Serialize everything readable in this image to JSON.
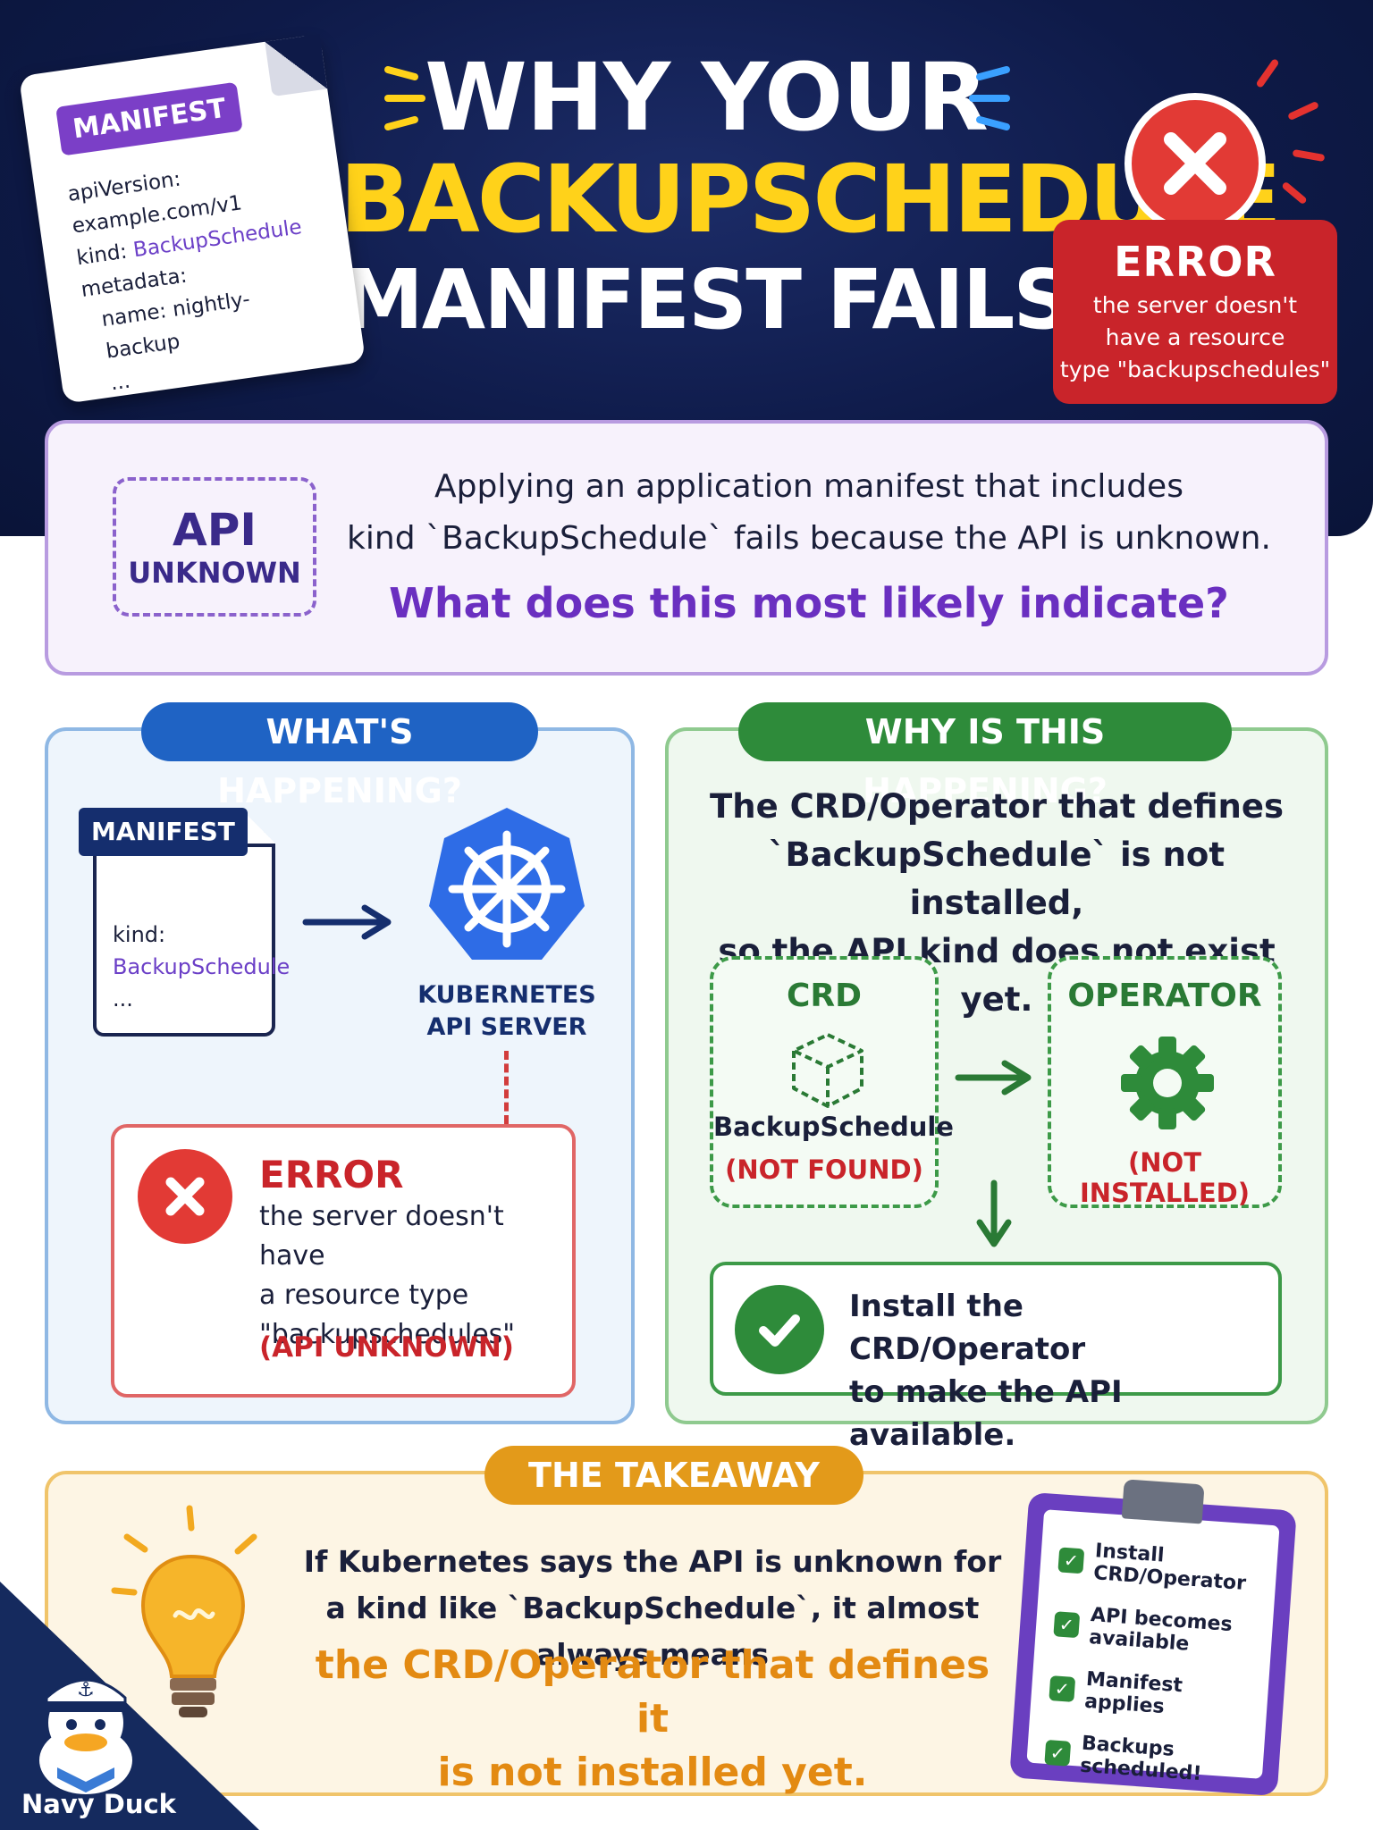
{
  "header": {
    "title_line1": "WHY YOUR",
    "title_line2": "BACKUPSCHEDULE",
    "title_line3": "MANIFEST FAILS",
    "manifest_card": {
      "tag": "MANIFEST",
      "lines": [
        "apiVersion:",
        "example.com/v1"
      ],
      "kind_label": "kind: ",
      "kind_value": "BackupSchedule",
      "metadata": "metadata:",
      "name": "name: nightly-backup",
      "ellipsis": "..."
    },
    "error_badge": {
      "title": "ERROR",
      "message_line1": "the server doesn't",
      "message_line2": "have a resource",
      "message_line3": "type \"backupschedules\""
    }
  },
  "question": {
    "badge_top": "API",
    "badge_bottom": "UNKNOWN",
    "text_line1": "Applying an application manifest that includes",
    "text_line2": "kind `BackupSchedule` fails because the API is unknown.",
    "ask": "What does this most likely indicate?"
  },
  "whats_happening": {
    "pill": "WHAT'S HAPPENING?",
    "doc_tag": "MANIFEST",
    "doc_kind_label": "kind:",
    "doc_kind_value": "BackupSchedule",
    "doc_ellipsis": "...",
    "k8s_label_line1": "KUBERNETES",
    "k8s_label_line2": "API SERVER",
    "error_title": "ERROR",
    "error_msg_line1": "the server doesn't have",
    "error_msg_line2": "a resource type",
    "error_msg_line3": "\"backupschedules\"",
    "error_tag": "(API UNKNOWN)"
  },
  "why_happening": {
    "pill": "WHY IS THIS HAPPENING?",
    "text_line1": "The CRD/Operator that defines",
    "text_line2": "`BackupSchedule` is not installed,",
    "text_line3": "so the API kind does not exist yet.",
    "crd_title": "CRD",
    "crd_name": "BackupSchedule",
    "crd_status": "(NOT FOUND)",
    "operator_title": "OPERATOR",
    "operator_status": "(NOT INSTALLED)",
    "install_line1": "Install the CRD/Operator",
    "install_line2": "to make the API available."
  },
  "takeaway": {
    "pill": "THE TAKEAWAY",
    "line1": "If Kubernetes says the API is unknown for",
    "line2": "a kind like `BackupSchedule`, it almost always means",
    "highlight_line1": "the CRD/Operator that defines it",
    "highlight_line2": "is not installed yet.",
    "checklist": [
      "Install CRD/Operator",
      "API becomes available",
      "Manifest applies",
      "Backups scheduled!"
    ]
  },
  "brand": {
    "name": "Navy Duck"
  },
  "colors": {
    "navy": "#0e1a48",
    "yellow": "#ffd21a",
    "red": "#c9242a",
    "purple": "#6a2fc0",
    "blue": "#1f63c4",
    "green": "#2e8b3a",
    "orange": "#e39a1a"
  }
}
